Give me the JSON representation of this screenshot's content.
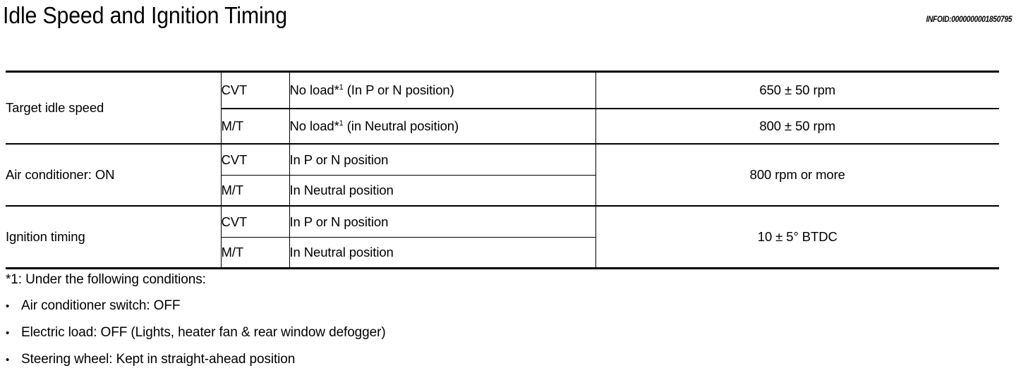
{
  "header": {
    "title": "Idle Speed and Ignition Timing",
    "infoid": "INFOID:0000000001850795"
  },
  "table": {
    "groups": [
      {
        "label": "Target idle speed",
        "rows": [
          {
            "transmission": "CVT",
            "description_before": "No load*",
            "description_sup": "1",
            "description_after": " (In P or N position)",
            "value": "650 ± 50 rpm"
          },
          {
            "transmission": "M/T",
            "description_before": "No load*",
            "description_sup": "1",
            "description_after": " (in Neutral position)",
            "value": "800 ± 50 rpm"
          }
        ]
      },
      {
        "label": "Air conditioner: ON",
        "merged_value": "800 rpm or more",
        "rows": [
          {
            "transmission": "CVT",
            "description_before": "In P or N position",
            "description_sup": "",
            "description_after": ""
          },
          {
            "transmission": "M/T",
            "description_before": "In Neutral position",
            "description_sup": "",
            "description_after": ""
          }
        ]
      },
      {
        "label": "Ignition timing",
        "merged_value": "10 ± 5° BTDC",
        "rows": [
          {
            "transmission": "CVT",
            "description_before": "In P or N position",
            "description_sup": "",
            "description_after": ""
          },
          {
            "transmission": "M/T",
            "description_before": "In Neutral position",
            "description_sup": "",
            "description_after": ""
          }
        ]
      }
    ]
  },
  "footnotes": {
    "intro": "*1: Under the following conditions:",
    "bullet_glyph": "•",
    "items": [
      "Air conditioner switch: OFF",
      "Electric load: OFF (Lights, heater fan & rear window defogger)",
      "Steering wheel: Kept in straight-ahead position"
    ]
  }
}
